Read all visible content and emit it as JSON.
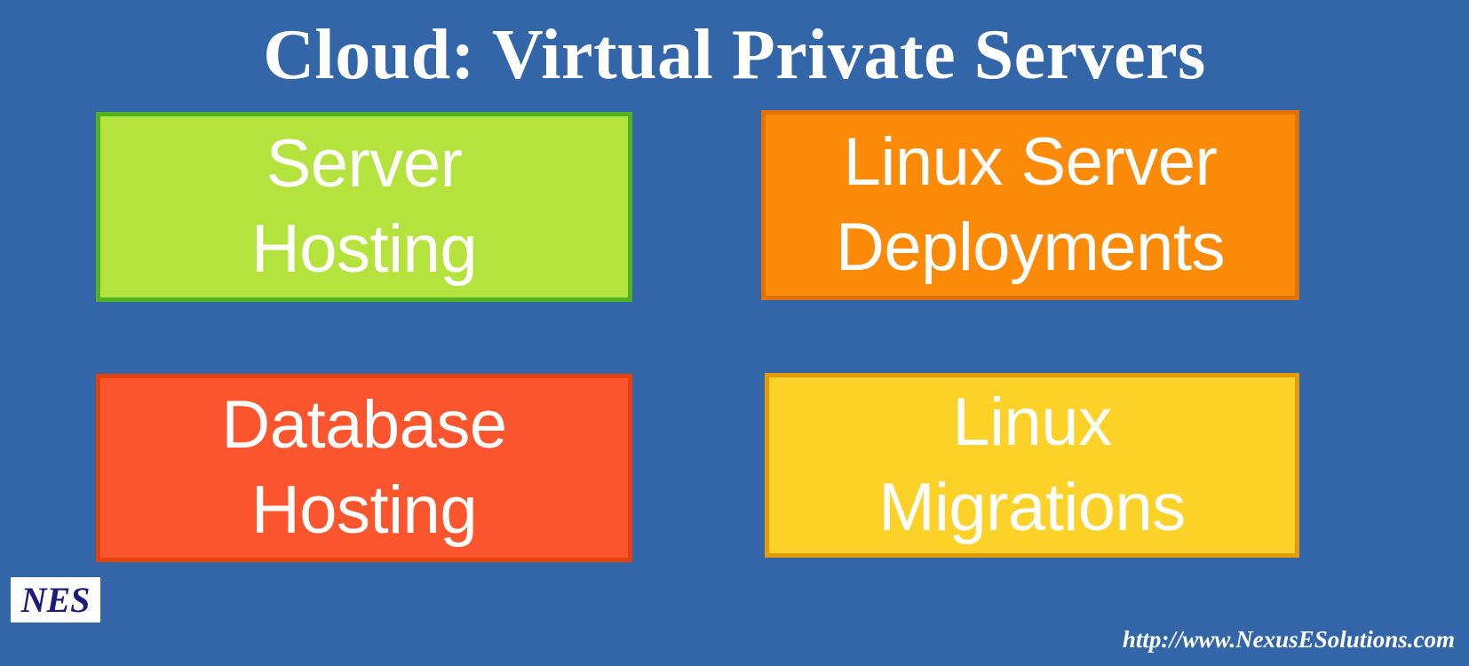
{
  "slide": {
    "background_color": "#3366a8",
    "title": "Cloud: Virtual Private Servers",
    "title_color": "#ffffff"
  },
  "boxes": [
    {
      "id": "server-hosting",
      "label": "Server\nHosting",
      "fill_color": "#b5e33d",
      "border_color": "#4fb222",
      "text_color": "#ffffff"
    },
    {
      "id": "linux-server-deployments",
      "label": "Linux Server\nDeployments",
      "fill_color": "#fb8a09",
      "border_color": "#e0720a",
      "text_color": "#ffffff"
    },
    {
      "id": "database-hosting",
      "label": "Database\nHosting",
      "fill_color": "#fb552d",
      "border_color": "#e8400a",
      "text_color": "#ffffff"
    },
    {
      "id": "linux-migrations",
      "label": "Linux\nMigrations",
      "fill_color": "#fdd228",
      "border_color": "#e49b07",
      "text_color": "#ffffff"
    }
  ],
  "footer": {
    "logo_text": "NES",
    "logo_background": "#ffffff",
    "logo_text_color": "#1b1b7a",
    "url": "http://www.NexusESolutions.com",
    "url_color": "#ffffff"
  }
}
